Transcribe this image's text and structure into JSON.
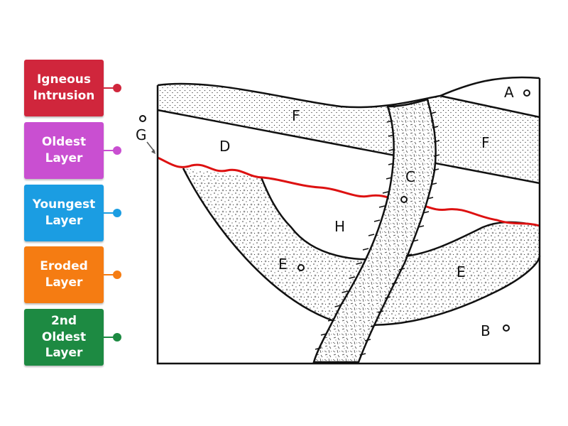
{
  "labels": [
    {
      "text": "Igneous Intrusion",
      "color": "#d0263c"
    },
    {
      "text": "Oldest Layer",
      "color": "#c94fd1"
    },
    {
      "text": "Youngest Layer",
      "color": "#1b9de2"
    },
    {
      "text": "Eroded Layer",
      "color": "#f57c12"
    },
    {
      "text": "2nd Oldest Layer",
      "color": "#1d8a42"
    }
  ],
  "diagram": {
    "letters": {
      "A": "A",
      "B": "B",
      "C": "C",
      "D": "D",
      "E1": "E",
      "E2": "E",
      "F1": "F",
      "F2": "F",
      "G": "G",
      "H": "H"
    },
    "unconformity_color": "#dd1111"
  }
}
